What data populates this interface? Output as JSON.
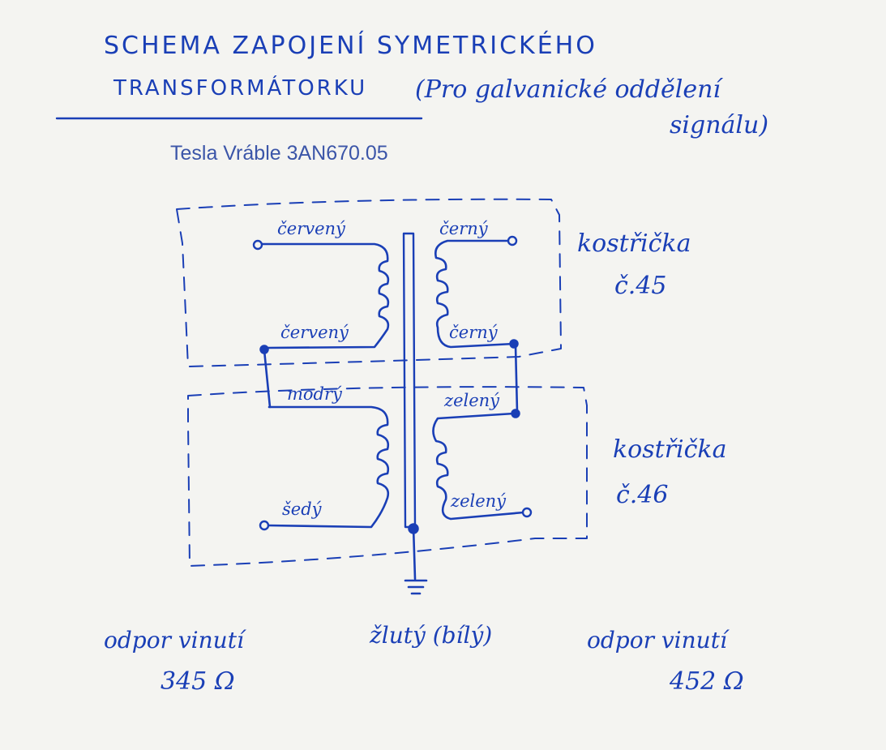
{
  "title": {
    "line1": "SCHEMA ZAPOJENÍ SYMETRICKÉHO",
    "line2": "TRANSFORMÁTORKU",
    "note": "(Pro galvanické oddělení",
    "note_cont": "signálu)"
  },
  "typed_label": "Tesla Vráble  3AN670.05",
  "wires": {
    "top_left_upper": "červený",
    "top_left_lower": "červený",
    "top_right_upper": "černý",
    "top_right_lower": "černý",
    "bottom_left_upper": "modrý",
    "bottom_left_lower": "šedý",
    "bottom_right_upper": "zelený",
    "bottom_right_lower": "zelený"
  },
  "bobbins": {
    "upper_name": "kostřička",
    "upper_num": "č.45",
    "lower_name": "kostřička",
    "lower_num": "č.46"
  },
  "ground_label": "žlutý (bílý)",
  "resistance": {
    "left_label": "odpor vinutí",
    "left_value": "345 Ω",
    "right_label": "odpor vinutí",
    "right_value": "452 Ω"
  },
  "colors": {
    "ink": "#1a3fb6",
    "typed": "#3b55a8",
    "paper": "#f4f4f1"
  }
}
